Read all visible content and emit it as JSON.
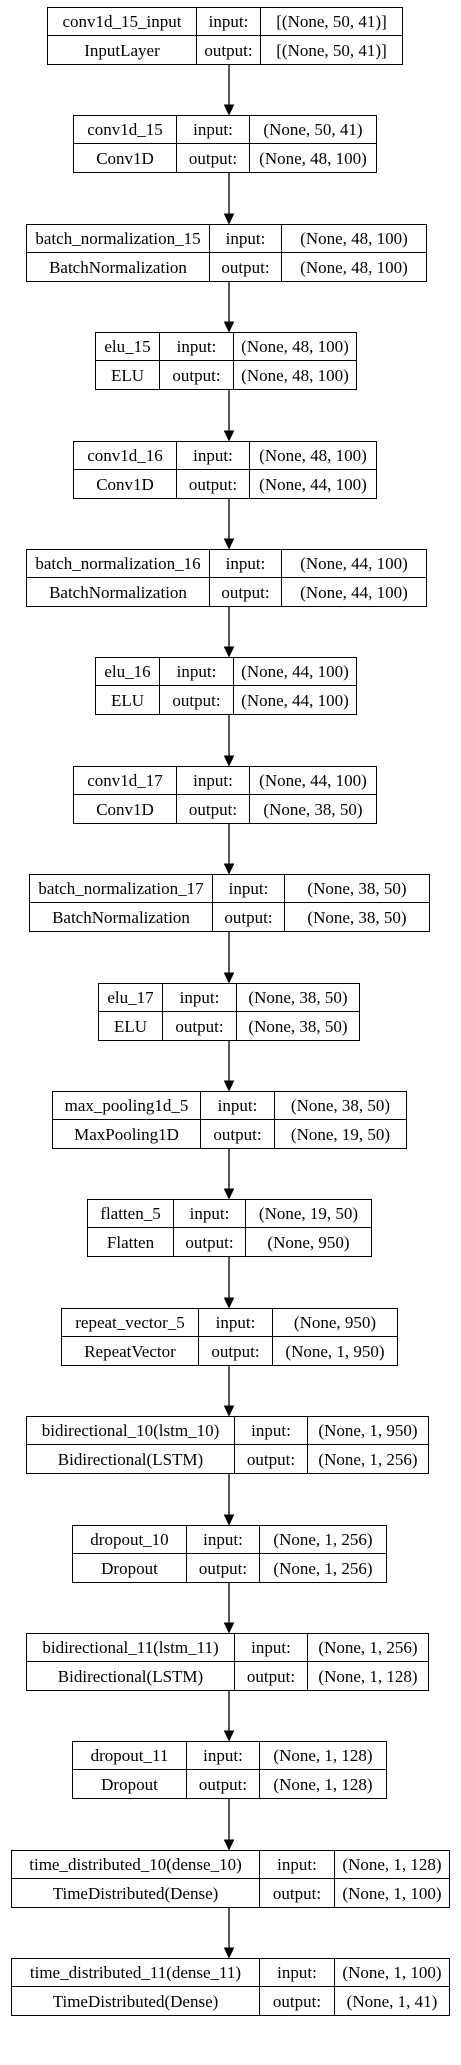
{
  "diagram": {
    "labels": {
      "input": "input:",
      "output": "output:"
    },
    "nodes": [
      {
        "id": "conv1d-15-input",
        "name": "conv1d_15_input",
        "type": "InputLayer",
        "input": "[(None, 50, 41)]",
        "output": "[(None, 50, 41)]"
      },
      {
        "id": "conv1d-15",
        "name": "conv1d_15",
        "type": "Conv1D",
        "input": "(None, 50, 41)",
        "output": "(None, 48, 100)"
      },
      {
        "id": "batch-normalization-15",
        "name": "batch_normalization_15",
        "type": "BatchNormalization",
        "input": "(None, 48, 100)",
        "output": "(None, 48, 100)"
      },
      {
        "id": "elu-15",
        "name": "elu_15",
        "type": "ELU",
        "input": "(None, 48, 100)",
        "output": "(None, 48, 100)"
      },
      {
        "id": "conv1d-16",
        "name": "conv1d_16",
        "type": "Conv1D",
        "input": "(None, 48, 100)",
        "output": "(None, 44, 100)"
      },
      {
        "id": "batch-normalization-16",
        "name": "batch_normalization_16",
        "type": "BatchNormalization",
        "input": "(None, 44, 100)",
        "output": "(None, 44, 100)"
      },
      {
        "id": "elu-16",
        "name": "elu_16",
        "type": "ELU",
        "input": "(None, 44, 100)",
        "output": "(None, 44, 100)"
      },
      {
        "id": "conv1d-17",
        "name": "conv1d_17",
        "type": "Conv1D",
        "input": "(None, 44, 100)",
        "output": "(None, 38, 50)"
      },
      {
        "id": "batch-normalization-17",
        "name": "batch_normalization_17",
        "type": "BatchNormalization",
        "input": "(None, 38, 50)",
        "output": "(None, 38, 50)"
      },
      {
        "id": "elu-17",
        "name": "elu_17",
        "type": "ELU",
        "input": "(None, 38, 50)",
        "output": "(None, 38, 50)"
      },
      {
        "id": "max-pooling1d-5",
        "name": "max_pooling1d_5",
        "type": "MaxPooling1D",
        "input": "(None, 38, 50)",
        "output": "(None, 19, 50)"
      },
      {
        "id": "flatten-5",
        "name": "flatten_5",
        "type": "Flatten",
        "input": "(None, 19, 50)",
        "output": "(None, 950)"
      },
      {
        "id": "repeat-vector-5",
        "name": "repeat_vector_5",
        "type": "RepeatVector",
        "input": "(None, 950)",
        "output": "(None, 1, 950)"
      },
      {
        "id": "bidirectional-10",
        "name": "bidirectional_10(lstm_10)",
        "type": "Bidirectional(LSTM)",
        "input": "(None, 1, 950)",
        "output": "(None, 1, 256)"
      },
      {
        "id": "dropout-10",
        "name": "dropout_10",
        "type": "Dropout",
        "input": "(None, 1, 256)",
        "output": "(None, 1, 256)"
      },
      {
        "id": "bidirectional-11",
        "name": "bidirectional_11(lstm_11)",
        "type": "Bidirectional(LSTM)",
        "input": "(None, 1, 256)",
        "output": "(None, 1, 128)"
      },
      {
        "id": "dropout-11",
        "name": "dropout_11",
        "type": "Dropout",
        "input": "(None, 1, 128)",
        "output": "(None, 1, 128)"
      },
      {
        "id": "time-distributed-10",
        "name": "time_distributed_10(dense_10)",
        "type": "TimeDistributed(Dense)",
        "input": "(None, 1, 128)",
        "output": "(None, 1, 100)"
      },
      {
        "id": "time-distributed-11",
        "name": "time_distributed_11(dense_11)",
        "type": "TimeDistributed(Dense)",
        "input": "(None, 1, 100)",
        "output": "(None, 1, 41)"
      }
    ]
  }
}
